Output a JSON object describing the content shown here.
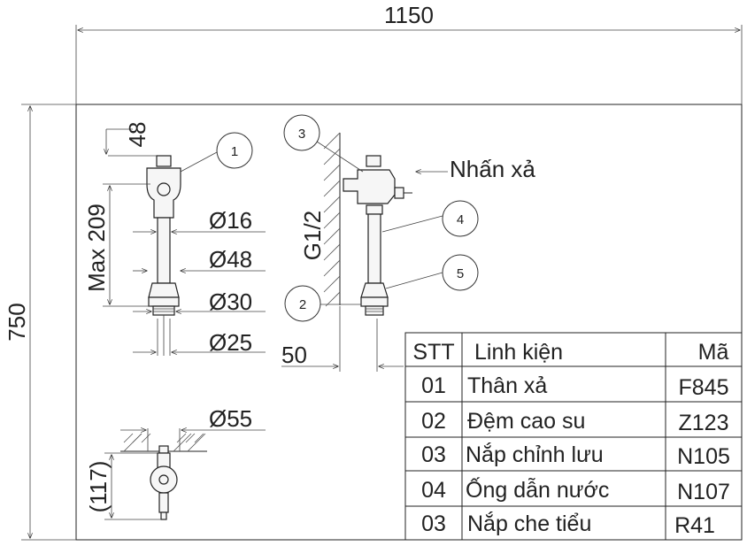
{
  "dimensions": {
    "overall_width": "1150",
    "overall_height": "750",
    "top_offset": "48",
    "max_height": "Max 209",
    "dia_16": "Ø16",
    "dia_48": "Ø48",
    "dia_30": "Ø30",
    "dia_25": "Ø25",
    "dia_55": "Ø55",
    "wall_offset": "50",
    "bottom_height": "(117)",
    "thread": "G1/2"
  },
  "labels": {
    "press": "Nhấn xả"
  },
  "callouts": [
    "1",
    "2",
    "3",
    "4",
    "5"
  ],
  "parts_table": {
    "headers": [
      "STT",
      "Linh kiện",
      "Mã"
    ],
    "rows": [
      [
        "01",
        "Thân xả",
        "F845"
      ],
      [
        "02",
        "Đệm cao su",
        "Z123"
      ],
      [
        "03",
        "Nắp chỉnh lưu",
        "N105"
      ],
      [
        "04",
        "Ống dẫn nước",
        "N107"
      ],
      [
        "03",
        "Nắp che tiểu",
        "R41"
      ]
    ]
  }
}
